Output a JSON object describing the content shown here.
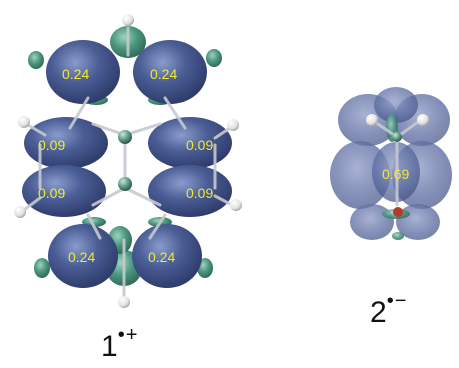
{
  "colors": {
    "lobe_blue": "#3d4f86",
    "lobe_green": "#3f8a73",
    "value_text": "#f2ea28",
    "bond": "#b9bcc4",
    "hydrogen": "#f4f4f4"
  },
  "molecule_1": {
    "name": "1",
    "charge": "•+",
    "spin_values": [
      "0.24",
      "0.24",
      "0.09",
      "0.09",
      "0.09",
      "0.09",
      "0.24",
      "0.24"
    ]
  },
  "molecule_2": {
    "name": "2",
    "charge": "•−",
    "spin_values": [
      "0.69"
    ]
  }
}
